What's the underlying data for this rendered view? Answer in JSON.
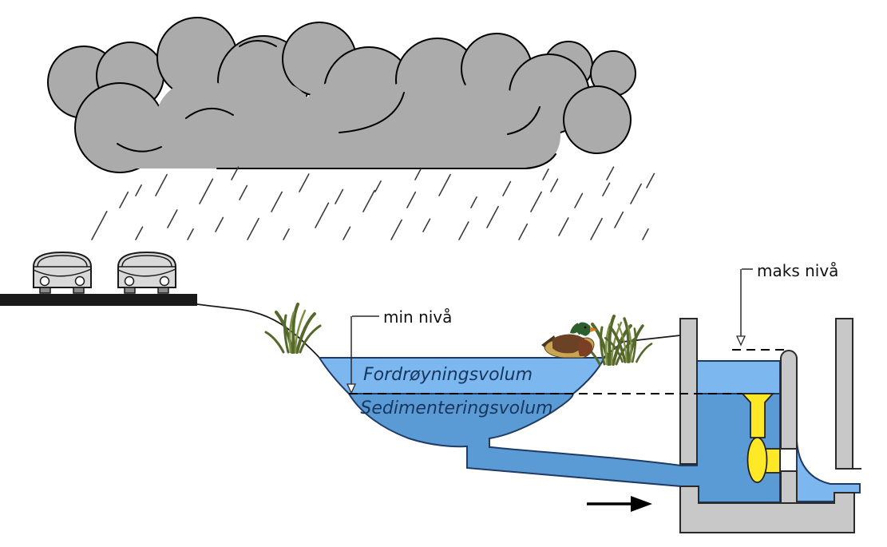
{
  "labels": {
    "min_level": "min nivå",
    "max_level": "maks nivå",
    "detention_volume": "Fordrøyningsvolum",
    "sedimentation_volume": "Sedimenteringsvolum"
  },
  "colors": {
    "water_upper": "#7cb7f0",
    "water_lower": "#5b9bd5",
    "water_outline": "#1f3a63",
    "label_text": "#17365d",
    "cloud_fill": "#ababab",
    "concrete": "#c8c8c8",
    "regulator_yellow": "#ffe926",
    "road": "#1a1a1a",
    "car_body": "#d9d9d9",
    "grass_green": "#55682b"
  },
  "scene_elements": [
    "rain-cloud-icon",
    "rain-icon",
    "cars-on-road-icon",
    "detention-pond",
    "duck-icon",
    "grass-icon",
    "outlet-chamber",
    "float-flow-regulator",
    "flow-direction-arrow"
  ]
}
